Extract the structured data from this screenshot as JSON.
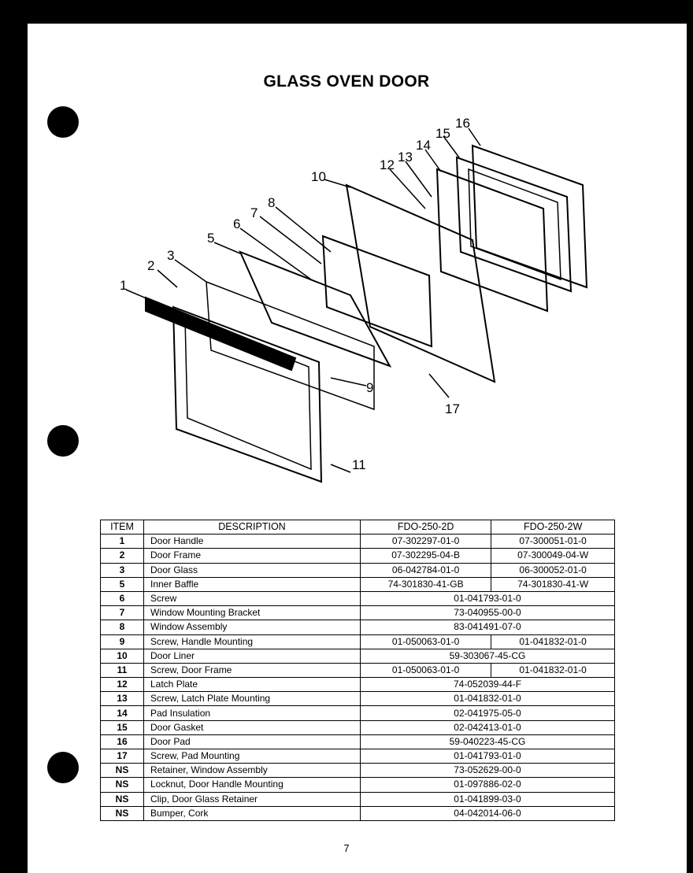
{
  "title": "GLASS OVEN DOOR",
  "diagram": {
    "callouts": [
      "1",
      "2",
      "3",
      "5",
      "6",
      "7",
      "8",
      "9",
      "10",
      "11",
      "12",
      "13",
      "14",
      "15",
      "16",
      "17"
    ]
  },
  "table": {
    "headers": [
      "ITEM",
      "DESCRIPTION",
      "FDO-250-2D",
      "FDO-250-2W"
    ],
    "rows": [
      {
        "item": "1",
        "desc": "Door Handle",
        "d": "07-302297-01-0",
        "w": "07-300051-01-0"
      },
      {
        "item": "2",
        "desc": "Door Frame",
        "d": "07-302295-04-B",
        "w": "07-300049-04-W"
      },
      {
        "item": "3",
        "desc": "Door Glass",
        "d": "06-042784-01-0",
        "w": "06-300052-01-0"
      },
      {
        "item": "5",
        "desc": "Inner Baffle",
        "d": "74-301830-41-GB",
        "w": "74-301830-41-W"
      },
      {
        "item": "6",
        "desc": "Screw",
        "both": "01-041793-01-0"
      },
      {
        "item": "7",
        "desc": "Window Mounting Bracket",
        "both": "73-040955-00-0"
      },
      {
        "item": "8",
        "desc": "Window Assembly",
        "both": "83-041491-07-0"
      },
      {
        "item": "9",
        "desc": "Screw, Handle Mounting",
        "d": "01-050063-01-0",
        "w": "01-041832-01-0"
      },
      {
        "item": "10",
        "desc": "Door Liner",
        "both": "59-303067-45-CG"
      },
      {
        "item": "11",
        "desc": "Screw, Door Frame",
        "d": "01-050063-01-0",
        "w": "01-041832-01-0"
      },
      {
        "item": "12",
        "desc": "Latch Plate",
        "both": "74-052039-44-F"
      },
      {
        "item": "13",
        "desc": "Screw, Latch Plate Mounting",
        "both": "01-041832-01-0"
      },
      {
        "item": "14",
        "desc": "Pad Insulation",
        "both": "02-041975-05-0"
      },
      {
        "item": "15",
        "desc": "Door Gasket",
        "both": "02-042413-01-0"
      },
      {
        "item": "16",
        "desc": "Door Pad",
        "both": "59-040223-45-CG"
      },
      {
        "item": "17",
        "desc": "Screw, Pad Mounting",
        "both": "01-041793-01-0"
      },
      {
        "item": "NS",
        "desc": "Retainer, Window Assembly",
        "both": "73-052629-00-0"
      },
      {
        "item": "NS",
        "desc": "Locknut, Door Handle Mounting",
        "both": "01-097886-02-0"
      },
      {
        "item": "NS",
        "desc": "Clip, Door Glass Retainer",
        "both": "01-041899-03-0"
      },
      {
        "item": "NS",
        "desc": "Bumper, Cork",
        "both": "04-042014-06-0"
      }
    ]
  },
  "page_number": "7"
}
